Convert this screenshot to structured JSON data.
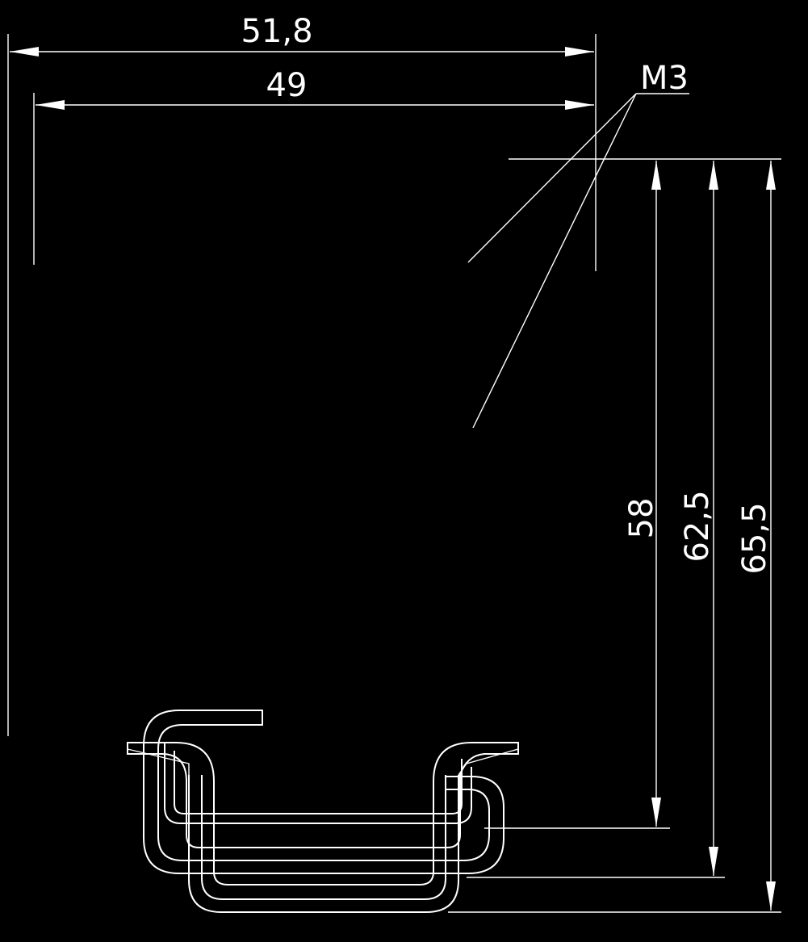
{
  "dimensions": {
    "top_outer": "51,8",
    "top_inner": "49",
    "right_58": "58",
    "right_62_5": "62,5",
    "right_65_5": "65,5"
  },
  "callout": {
    "thread": "M3"
  },
  "colors": {
    "background": "#000000",
    "lines": "#ffffff"
  }
}
